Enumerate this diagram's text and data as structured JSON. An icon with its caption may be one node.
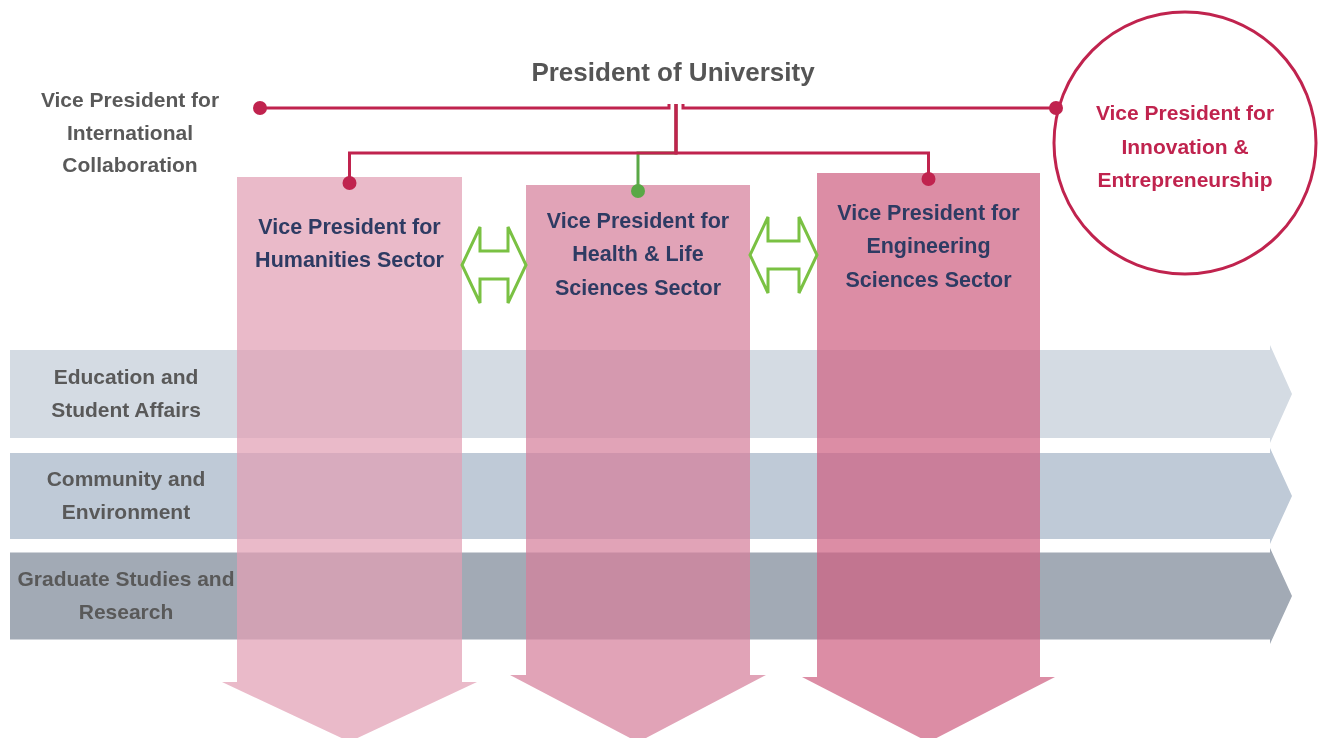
{
  "diagram": {
    "nodes": [
      {
        "text": [
          "President of University"
        ]
      },
      {
        "text": [
          "Vice President for International Collaboration"
        ]
      },
      {
        "text": [
          "Vice President for Innovation & Entrepreneurship"
        ]
      },
      {
        "text": [
          "Education and Student Affairs"
        ]
      },
      {
        "text": [
          "Community and Environment"
        ]
      },
      {
        "text": [
          "Graduate Studies and Research"
        ]
      },
      {
        "text": [
          "Vice President for Humanities Sector"
        ]
      },
      {
        "text": [
          "Vice President for Health & Life Sciences Sector"
        ]
      },
      {
        "text": [
          "Vice President for Engineering Sciences Sector"
        ]
      }
    ],
    "edges": [
      {
        "from": 0,
        "to": 1,
        "arrow": "other"
      },
      {
        "from": 0,
        "to": 2,
        "arrow": "other"
      },
      {
        "from": 0,
        "to": 7,
        "arrow": "other",
        "color": "#5aa846"
      },
      {
        "from": 0,
        "to": 6,
        "arrow": "other"
      },
      {
        "from": 0,
        "to": 8,
        "arrow": "other"
      },
      {
        "from": 6,
        "to": 7,
        "arrow": "both",
        "color": "#7ac143",
        "style": "thick"
      },
      {
        "from": 7,
        "to": 8,
        "arrow": "both",
        "color": "#7ac143",
        "style": "thick"
      }
    ]
  }
}
